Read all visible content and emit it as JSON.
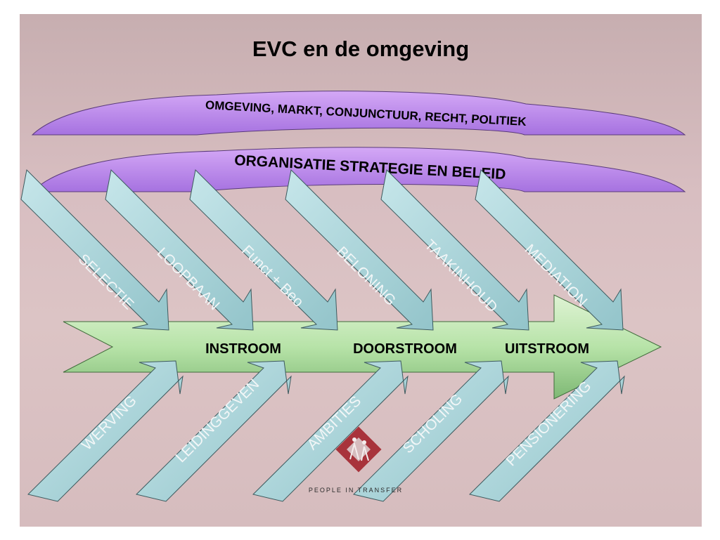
{
  "slide": {
    "title": "EVC en de omgeving",
    "band_top": "OMGEVING,  MARKT,  CONJUNCTUUR,  RECHT,  POLITIEK",
    "band_bottom": "ORGANISATIE STRATEGIE EN BELEID",
    "flow": {
      "stage_1": "INSTROOM",
      "stage_2": "DOORSTROOM",
      "stage_3": "UITSTROOM"
    },
    "top_arrows": [
      "SELECTIE",
      "LOOPBAAN",
      "Funct + Beo",
      "BELONING",
      "TAAKINHOUD",
      "MEDIATION"
    ],
    "bottom_arrows": [
      "WERVING",
      "LEIDINGGEVEN",
      "AMBITIES",
      "SCHOLING",
      "PENSIONERING"
    ],
    "logo_text": "PEOPLE IN TRANSFER"
  },
  "colors": {
    "band_fill": "#b57de8",
    "flow_fill": "#b3e0a6",
    "arrow_fill": "#a7d2d6",
    "logo_red": "#a3232c"
  }
}
